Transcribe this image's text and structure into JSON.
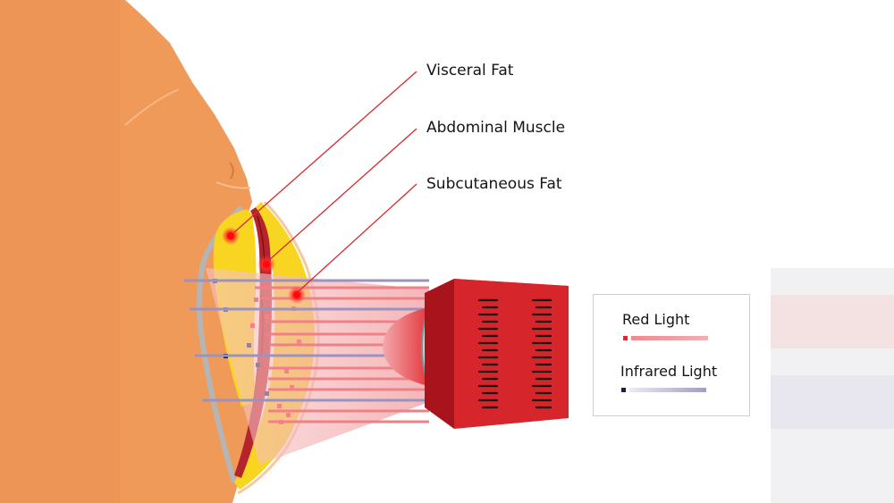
{
  "callouts": {
    "visceral_fat": "Visceral Fat",
    "abdominal_muscle": "Abdominal Muscle",
    "subcutaneous_fat": "Subcutaneous Fat"
  },
  "legend": {
    "red_light": {
      "label": "Red Light",
      "color": "#e8262a"
    },
    "infrared_light": {
      "label": "Infrared Light",
      "color": "#1c1f4a"
    }
  },
  "colors": {
    "skin": "#f09a5a",
    "fat": "#f7d521",
    "muscle": "#b5232c",
    "device": "#d6262c",
    "leader_line": "#d82a2a"
  }
}
